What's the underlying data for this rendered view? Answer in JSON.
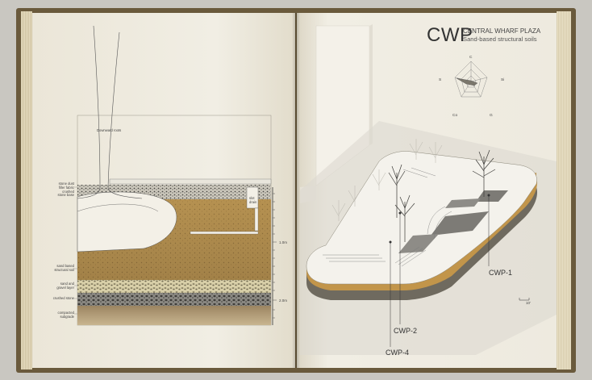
{
  "section_drawing": {
    "labels": {
      "roots": "Downward\nroots",
      "stone_dust": "stone dust\nfiller fabric\ncrushed\nstone base",
      "slot_drain": "slot\ndrain",
      "structural_soil": "sand based\nstructural soil",
      "gravel": "sand and\ngravel layer",
      "crushed_stone": "crushed stone",
      "subgrade": "compacted\nsubgrade"
    },
    "scale": {
      "mark_1": "1.0m",
      "mark_2": "2.0m"
    }
  },
  "plaza": {
    "abbr": "CWP",
    "name": "CENTRAL WHARF PLAZA",
    "subtitle": "Sand-based structural soils",
    "radar_axes": {
      "top": "C",
      "right": "Si",
      "bottom_right": "G",
      "bottom_left": "Co",
      "left": "S"
    },
    "callouts": {
      "cwp1": "CWP-1",
      "cwp2": "CWP-2",
      "cwp4": "CWP-4"
    },
    "scale_label": "10'"
  },
  "colors": {
    "page": "#eeeadf",
    "soil": "#b08a4c",
    "soil_dark": "#8a6a35",
    "cover": "#6a5a3c"
  }
}
